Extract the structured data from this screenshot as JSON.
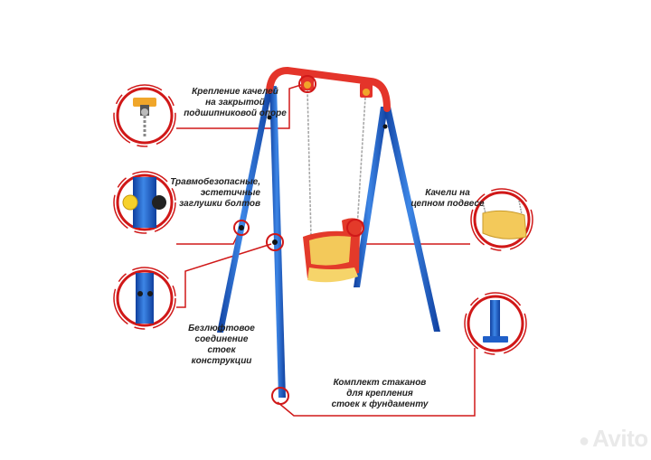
{
  "callouts": {
    "bearing_mount": "Крепление качелей\nна закрытой\nподшипниковой опоре",
    "bolt_caps": "Травмобезопасные,\nэстетичные\nзаглушки болтов",
    "chain_swing": "Качели на\nцепном подвесе",
    "backlash_free": "Безлюфтовое\nсоединение\nстоек\nконструкции",
    "foundation_cups": "Комплект стаканов\nдля крепления\nстоек к фундаменту"
  },
  "watermark": "Avito",
  "colors": {
    "frame_blue": "#1f5fc8",
    "frame_red": "#e4342a",
    "callout_red": "#d01818",
    "seat_yellow": "#f3c95a",
    "seat_frame_red": "#e33a2a"
  }
}
